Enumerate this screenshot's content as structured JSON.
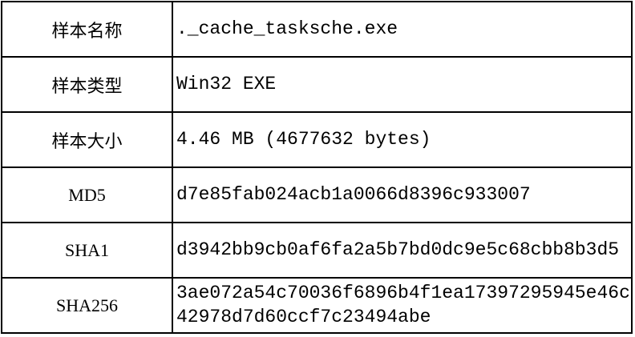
{
  "colors": {
    "background": "#ffffff",
    "border": "#000000",
    "text": "#000000"
  },
  "sample_info": {
    "rows": [
      {
        "label": "样本名称",
        "value": "._cache_tasksche.exe"
      },
      {
        "label": "样本类型",
        "value": "Win32 EXE"
      },
      {
        "label": "样本大小",
        "value": "4.46 MB (4677632 bytes)"
      },
      {
        "label": "MD5",
        "value": "d7e85fab024acb1a0066d8396c933007"
      },
      {
        "label": "SHA1",
        "value": "d3942bb9cb0af6fa2a5b7bd0dc9e5c68cbb8b3d5"
      },
      {
        "label": "SHA256",
        "value": "3ae072a54c70036f6896b4f1ea17397295945e46c42978d7d60ccf7c23494abe"
      }
    ]
  }
}
